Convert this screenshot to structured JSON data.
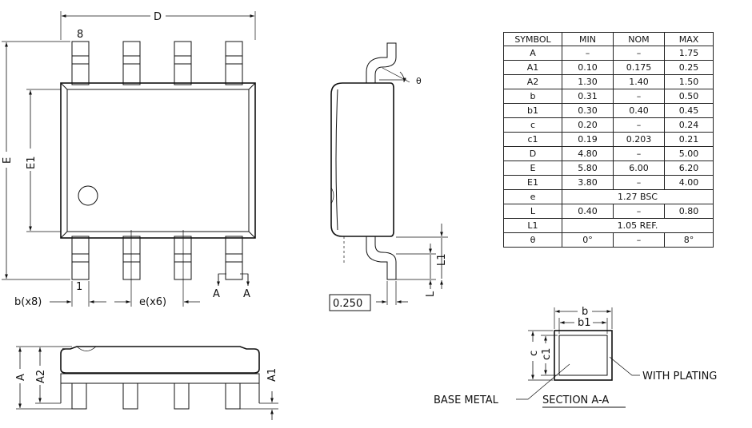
{
  "labels": {
    "D": "D",
    "E": "E",
    "E1": "E1",
    "pin8": "8",
    "pin1": "1",
    "b_x8": "b(x8)",
    "e_x6": "e(x6)",
    "A_left": "A",
    "A_right": "A",
    "theta": "θ",
    "L": "L",
    "L1": "L1",
    "gauge": "0.250",
    "A": "A",
    "A2": "A2",
    "A1": "A1",
    "b": "b",
    "b1": "b1",
    "c": "c",
    "c1": "c1",
    "base_metal": "BASE METAL",
    "with_plating": "WITH PLATING",
    "section": "SECTION A-A"
  },
  "table": {
    "headers": [
      "SYMBOL",
      "MIN",
      "NOM",
      "MAX"
    ],
    "rows": [
      {
        "symbol": "A",
        "min": "–",
        "nom": "–",
        "max": "1.75"
      },
      {
        "symbol": "A1",
        "min": "0.10",
        "nom": "0.175",
        "max": "0.25"
      },
      {
        "symbol": "A2",
        "min": "1.30",
        "nom": "1.40",
        "max": "1.50"
      },
      {
        "symbol": "b",
        "min": "0.31",
        "nom": "–",
        "max": "0.50"
      },
      {
        "symbol": "b1",
        "min": "0.30",
        "nom": "0.40",
        "max": "0.45"
      },
      {
        "symbol": "c",
        "min": "0.20",
        "nom": "–",
        "max": "0.24"
      },
      {
        "symbol": "c1",
        "min": "0.19",
        "nom": "0.203",
        "max": "0.21"
      },
      {
        "symbol": "D",
        "min": "4.80",
        "nom": "–",
        "max": "5.00"
      },
      {
        "symbol": "E",
        "min": "5.80",
        "nom": "6.00",
        "max": "6.20"
      },
      {
        "symbol": "E1",
        "min": "3.80",
        "nom": "–",
        "max": "4.00"
      },
      {
        "symbol": "e",
        "span": "1.27  BSC"
      },
      {
        "symbol": "L",
        "min": "0.40",
        "nom": "–",
        "max": "0.80"
      },
      {
        "symbol": "L1",
        "span": "1.05  REF."
      },
      {
        "symbol": "θ",
        "min": "0°",
        "nom": "–",
        "max": "8°"
      }
    ]
  }
}
